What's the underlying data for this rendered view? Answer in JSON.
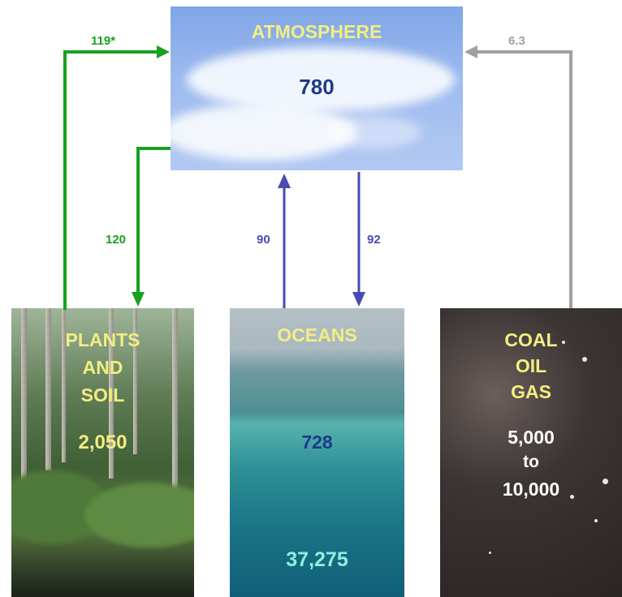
{
  "reservoirs": {
    "atmosphere": {
      "name": "ATMOSPHERE",
      "value": "780"
    },
    "plants": {
      "name_lines": [
        "PLANTS",
        "AND",
        "SOIL"
      ],
      "value": "2,050"
    },
    "oceans": {
      "name": "OCEANS",
      "value_upper": "728",
      "value_deep": "37,275"
    },
    "fossil": {
      "name_lines": [
        "COAL",
        "OIL",
        "GAS"
      ],
      "value_lines": [
        "5,000",
        "to",
        "10,000"
      ]
    }
  },
  "flows": {
    "plants_to_atmosphere": "119*",
    "atmosphere_to_plants": "120",
    "ocean_to_atmosphere": "90",
    "atmosphere_to_ocean": "92",
    "fossil_to_atmosphere": "6.3"
  },
  "colors": {
    "plant_flow": "#18a020",
    "ocean_flow": "#4a4ab0",
    "fossil_flow": "#a0a0a0",
    "label_yellow": "#f2ee82",
    "atm_value": "#1e3a8c",
    "ocean_upper_value": "#1a3a8a",
    "ocean_deep_value": "#8ef0e0",
    "fossil_value": "#ffffff"
  }
}
